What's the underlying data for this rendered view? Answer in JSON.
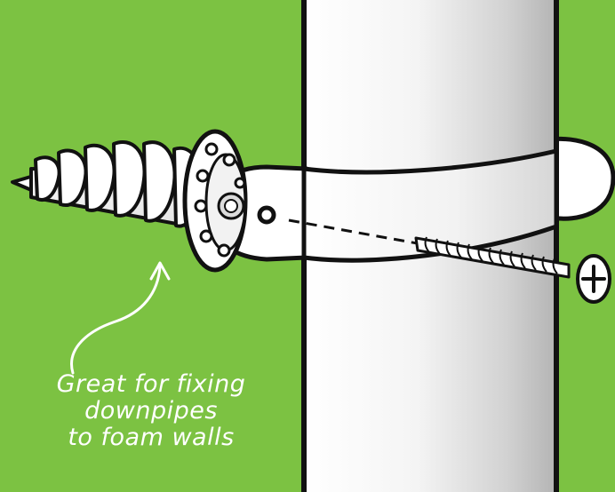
{
  "colors": {
    "background": "#7cc242",
    "outline": "#111111",
    "fill": "#ffffff",
    "pipe_shade": "#c9c9c9"
  },
  "icons": [
    "downpipe",
    "pipe-clip",
    "foam-wall-anchor",
    "screw",
    "curved-arrow"
  ],
  "caption": {
    "line1": "Great for fixing",
    "line2": "downpipes",
    "line3": "to foam walls"
  }
}
